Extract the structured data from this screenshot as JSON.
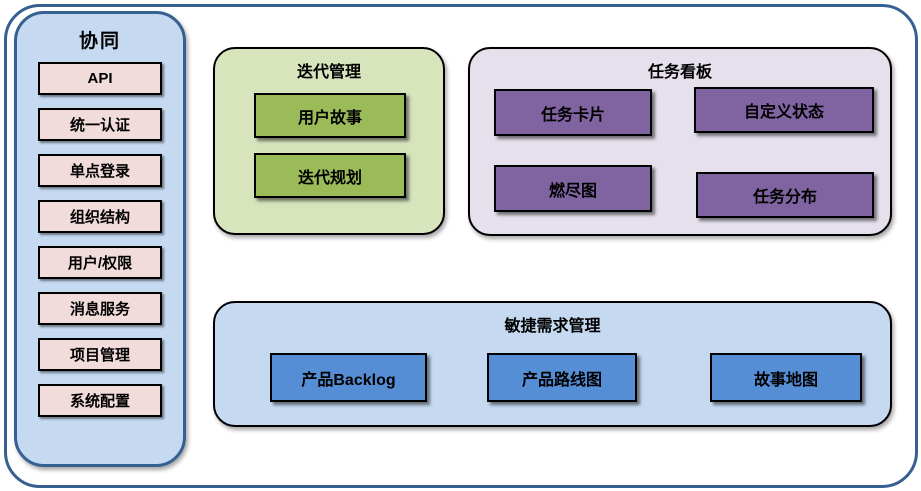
{
  "colors": {
    "frame_border": "#376092",
    "sidebar_bg": "#C5D9F1",
    "sidebar_item_bg": "#F2DCDB",
    "iteration_panel_bg": "#D7E4BC",
    "iteration_box_bg": "#9BBB59",
    "taskboard_panel_bg": "#E5E0EC",
    "taskboard_box_bg": "#8064A2",
    "requirements_panel_bg": "#C5D9F1",
    "requirements_box_bg": "#558ED5"
  },
  "sidebar": {
    "title": "协同",
    "items": [
      "API",
      "统一认证",
      "单点登录",
      "组织结构",
      "用户/权限",
      "消息服务",
      "项目管理",
      "系统配置"
    ]
  },
  "panels": {
    "iteration": {
      "title": "迭代管理",
      "items": [
        "用户故事",
        "迭代规划"
      ]
    },
    "taskboard": {
      "title": "任务看板",
      "items": [
        "任务卡片",
        "自定义状态",
        "燃尽图",
        "任务分布"
      ]
    },
    "requirements": {
      "title": "敏捷需求管理",
      "items": [
        "产品Backlog",
        "产品路线图",
        "故事地图"
      ]
    }
  }
}
